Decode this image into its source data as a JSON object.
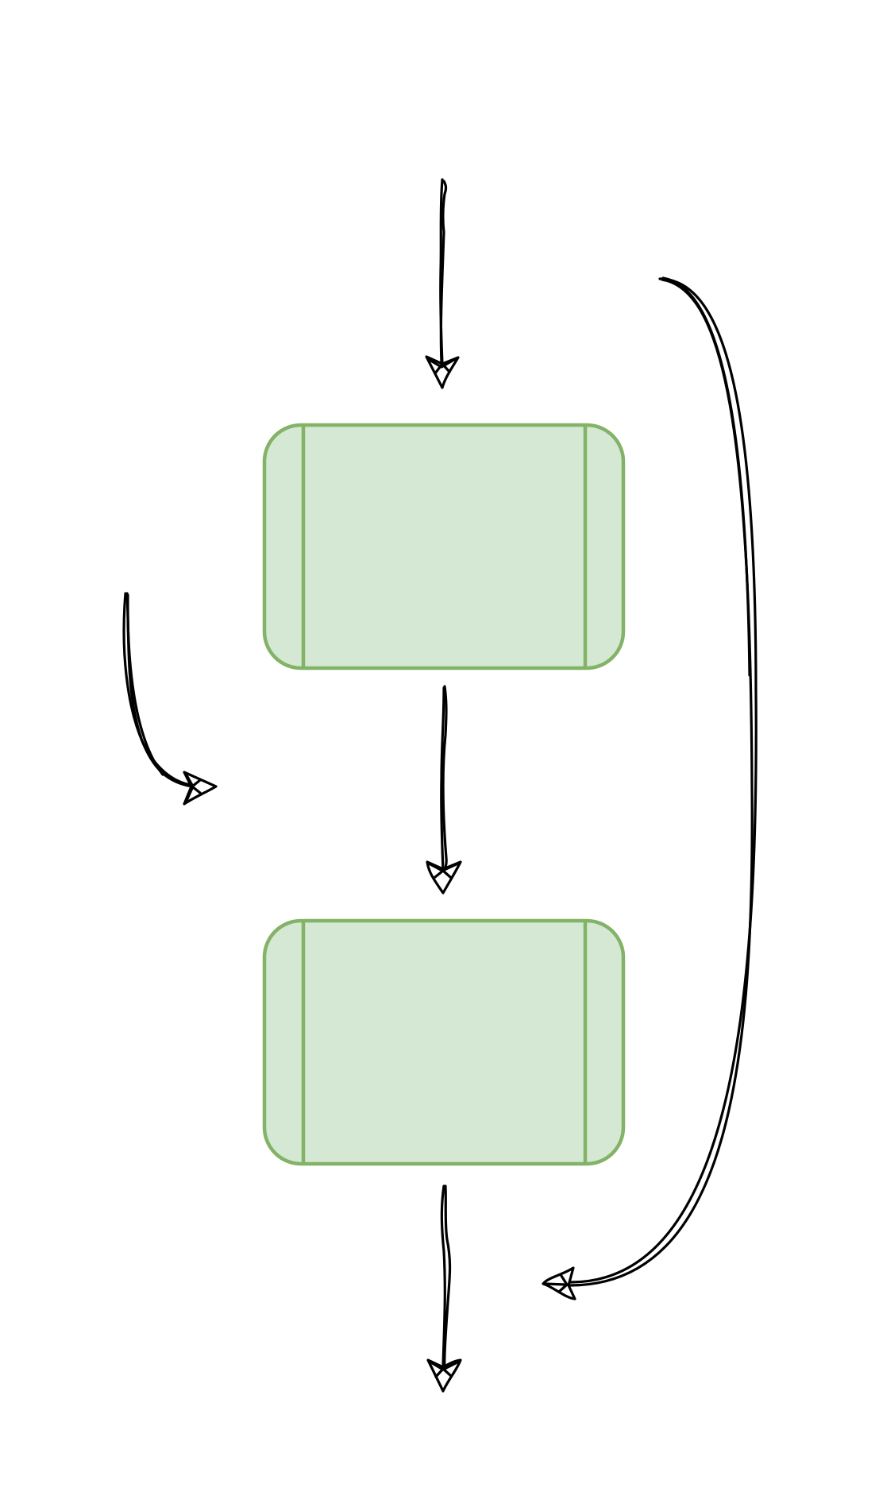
{
  "diagram": {
    "style": "hand-drawn",
    "colors": {
      "box_fill": "#d5e8d4",
      "box_stroke": "#82b366",
      "arrow_stroke": "#000000",
      "background": "#ffffff"
    },
    "nodes": [
      {
        "id": "process-1",
        "shape": "predefined-process",
        "label": ""
      },
      {
        "id": "process-2",
        "shape": "predefined-process",
        "label": ""
      }
    ],
    "edges": [
      {
        "id": "input-arrow",
        "from": "",
        "to": "process-1"
      },
      {
        "id": "process-1-to-process-2",
        "from": "process-1",
        "to": "process-2"
      },
      {
        "id": "output-arrow",
        "from": "process-2",
        "to": ""
      },
      {
        "id": "loop-back-arrow",
        "from": "",
        "to": ""
      },
      {
        "id": "side-curved-arrow",
        "from": "",
        "to": ""
      }
    ]
  }
}
